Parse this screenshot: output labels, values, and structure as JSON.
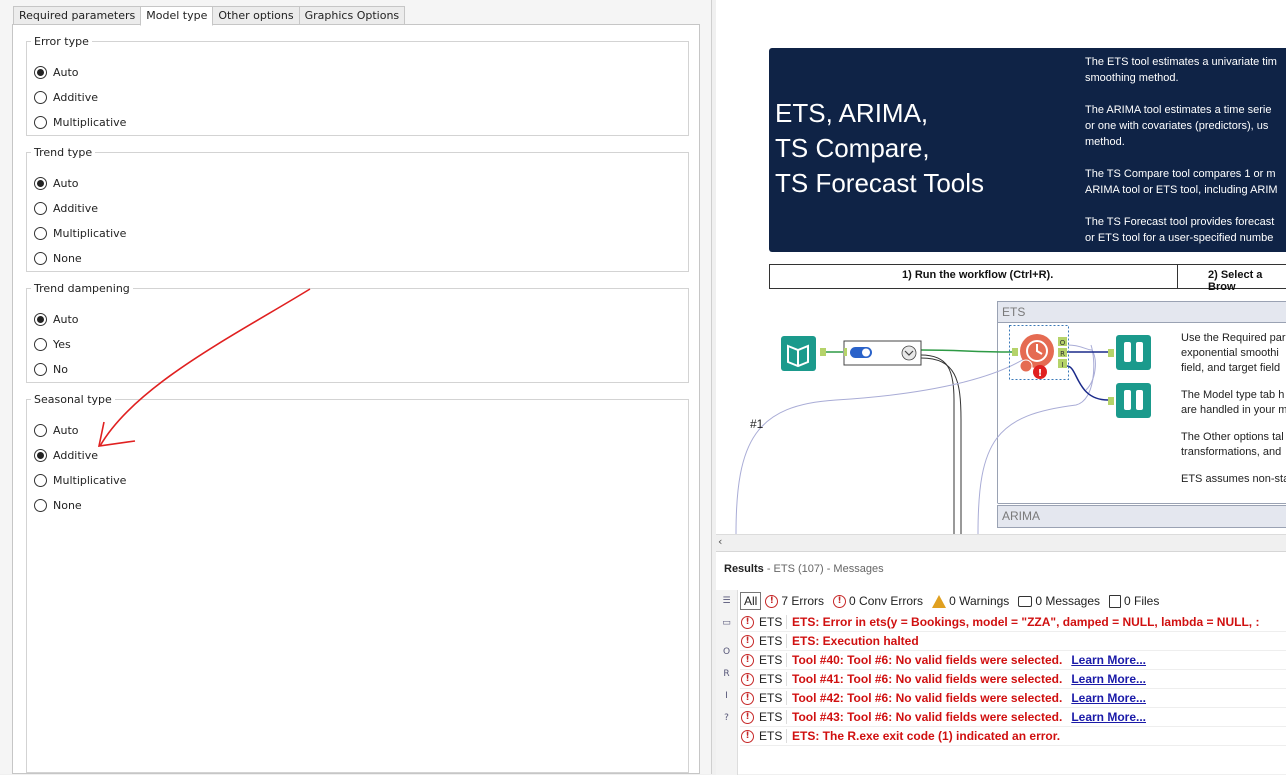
{
  "tabs": [
    {
      "label": "Required parameters",
      "active": false
    },
    {
      "label": "Model type",
      "active": true
    },
    {
      "label": "Other options",
      "active": false
    },
    {
      "label": "Graphics Options",
      "active": false
    }
  ],
  "groups": {
    "error_type": {
      "title": "Error type",
      "options": [
        "Auto",
        "Additive",
        "Multiplicative"
      ],
      "selected": "Auto"
    },
    "trend_type": {
      "title": "Trend type",
      "options": [
        "Auto",
        "Additive",
        "Multiplicative",
        "None"
      ],
      "selected": "Auto"
    },
    "trend_dampening": {
      "title": "Trend dampening",
      "options": [
        "Auto",
        "Yes",
        "No"
      ],
      "selected": "Auto"
    },
    "seasonal_type": {
      "title": "Seasonal type",
      "options": [
        "Auto",
        "Additive",
        "Multiplicative",
        "None"
      ],
      "selected": "Additive"
    }
  },
  "annotation_color": "#e02020",
  "canvas": {
    "banner": {
      "title_lines": [
        "ETS, ARIMA,",
        "TS Compare,",
        "TS Forecast Tools"
      ],
      "desc_paragraphs": [
        [
          "The ETS tool estimates a univariate tim",
          "smoothing method."
        ],
        [
          "The ARIMA tool estimates a time serie",
          "or one with covariates (predictors), us",
          "method."
        ],
        [
          "The TS Compare tool compares 1 or m",
          "ARIMA tool or ETS tool, including ARIM"
        ],
        [
          "The TS Forecast tool provides forecast",
          "or ETS tool for a user-specified numbe"
        ]
      ],
      "bg": "#0f2346"
    },
    "steps": [
      "1) Run the workflow (Ctrl+R).",
      "2) Select a Brow"
    ],
    "containers": {
      "ets": "ETS",
      "arima": "ARIMA"
    },
    "connection_label": "#1",
    "tool_desc": [
      [
        "Use the Required par",
        "exponential smoothi",
        "field, and target field"
      ],
      [
        "The Model type tab h",
        "are handled in your m"
      ],
      [
        "The Other options tal",
        "transformations, and"
      ],
      [
        "ETS assumes non-sta"
      ]
    ],
    "anchor_labels": [
      "O",
      "R",
      "I"
    ],
    "scroll_arrow": "‹"
  },
  "results": {
    "title": "Results",
    "subtitle": "- ETS (107) - Messages",
    "filters": {
      "all": "All",
      "errors": "7 Errors",
      "conv_errors": "0 Conv Errors",
      "warnings": "0 Warnings",
      "messages": "0 Messages",
      "files": "0 Files"
    },
    "messages": [
      {
        "tool": "ETS",
        "text": "ETS: Error in ets(y = Bookings, model = \"ZZA\", damped = NULL, lambda = NULL,  :",
        "link": ""
      },
      {
        "tool": "ETS",
        "text": "ETS: Execution halted",
        "link": ""
      },
      {
        "tool": "ETS",
        "text": "Tool #40: Tool #6: No valid fields were selected.",
        "link": "Learn More..."
      },
      {
        "tool": "ETS",
        "text": "Tool #41: Tool #6: No valid fields were selected.",
        "link": "Learn More..."
      },
      {
        "tool": "ETS",
        "text": "Tool #42: Tool #6: No valid fields were selected.",
        "link": "Learn More..."
      },
      {
        "tool": "ETS",
        "text": "Tool #43: Tool #6: No valid fields were selected.",
        "link": "Learn More..."
      },
      {
        "tool": "ETS",
        "text": "ETS: The R.exe exit code (1) indicated an error.",
        "link": ""
      }
    ],
    "side_icons": [
      "list-icon",
      "flag-icon",
      "o-anchor-icon",
      "r-anchor-icon",
      "i-anchor-icon",
      "help-icon"
    ]
  }
}
